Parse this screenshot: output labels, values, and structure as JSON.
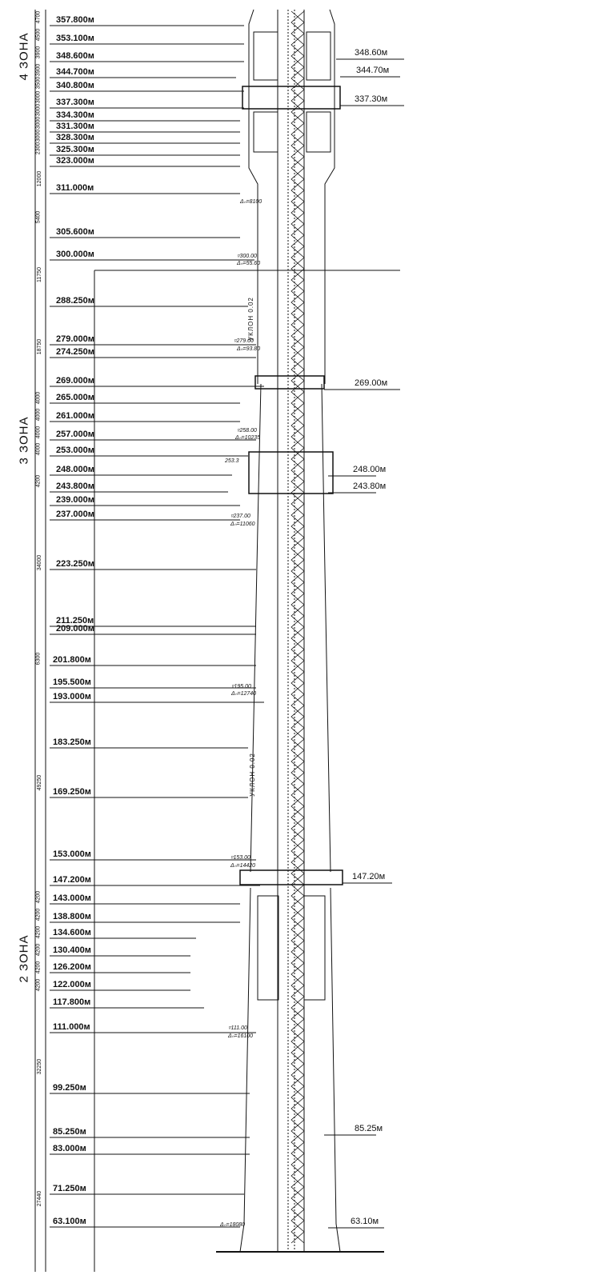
{
  "zones": [
    {
      "id": "z4",
      "label": "4  ЗОНА"
    },
    {
      "id": "z3",
      "label": "3  ЗОНА"
    },
    {
      "id": "z2",
      "label": "2  ЗОНА"
    }
  ],
  "left_levels": [
    "357.800м",
    "353.100м",
    "348.600м",
    "344.700м",
    "340.800м",
    "337.300м",
    "334.300м",
    "331.300м",
    "328.300м",
    "325.300м",
    "323.000м",
    "311.000м",
    "305.600м",
    "300.000м",
    "288.250м",
    "279.000м",
    "274.250м",
    "269.000м",
    "265.000м",
    "261.000м",
    "257.000м",
    "253.000м",
    "248.000м",
    "243.800м",
    "239.000м",
    "237.000м",
    "223.250м",
    "211.250м",
    "209.000м",
    "201.800м",
    "195.500м",
    "193.000м",
    "183.250м",
    "169.250м",
    "153.000м",
    "147.200м",
    "143.000м",
    "138.800м",
    "134.600м",
    "130.400м",
    "126.200м",
    "122.000м",
    "117.800м",
    "111.000м",
    "99.250м",
    "85.250м",
    "83.000м",
    "71.250м",
    "63.100м"
  ],
  "right_levels": [
    "348.60м",
    "344.70м",
    "337.30м",
    "269.00м",
    "248.00м",
    "243.80м",
    "147.20м",
    "85.25м",
    "63.10м"
  ],
  "dimensions": [
    "4700",
    "4500",
    "3900",
    "3900",
    "3500",
    "3000",
    "3000",
    "3000",
    "3000",
    "2300",
    "12000",
    "5400",
    "11750",
    "18750",
    "4000",
    "4000",
    "4000",
    "4000",
    "4200",
    "34000",
    "6300",
    "49250",
    "4200",
    "4200",
    "4200",
    "4200",
    "4200",
    "4200",
    "32250",
    "27440"
  ],
  "annotations": [
    {
      "id": "a311",
      "text": "Δₙ=8100"
    },
    {
      "id": "a300a",
      "text": "▿300.00"
    },
    {
      "id": "a300b",
      "text": "Δₙ=55.60"
    },
    {
      "id": "a279a",
      "text": "▿279.00"
    },
    {
      "id": "a279b",
      "text": "Δₙ=93.80"
    },
    {
      "id": "a258a",
      "text": "▿258.00"
    },
    {
      "id": "a258b",
      "text": "Δₙ=10235"
    },
    {
      "id": "a253",
      "text": "253.3"
    },
    {
      "id": "a237a",
      "text": "▿237.00"
    },
    {
      "id": "a237b",
      "text": "Δₙ=11060"
    },
    {
      "id": "a195a",
      "text": "▿195.00"
    },
    {
      "id": "a195b",
      "text": "Δₙ=12740"
    },
    {
      "id": "a153a",
      "text": "▿153.00"
    },
    {
      "id": "a153b",
      "text": "Δₙ=14420"
    },
    {
      "id": "a111a",
      "text": "▿111.00"
    },
    {
      "id": "a111b",
      "text": "Δₙ=16100"
    },
    {
      "id": "a63",
      "text": "Δₙ=18080"
    }
  ],
  "vertical_notes": [
    {
      "id": "slope1",
      "text": "УКЛОН 0.02"
    },
    {
      "id": "slope2",
      "text": "УКЛОН 0.02"
    }
  ],
  "colors": {
    "ink": "#111111",
    "paper": "#ffffff"
  }
}
